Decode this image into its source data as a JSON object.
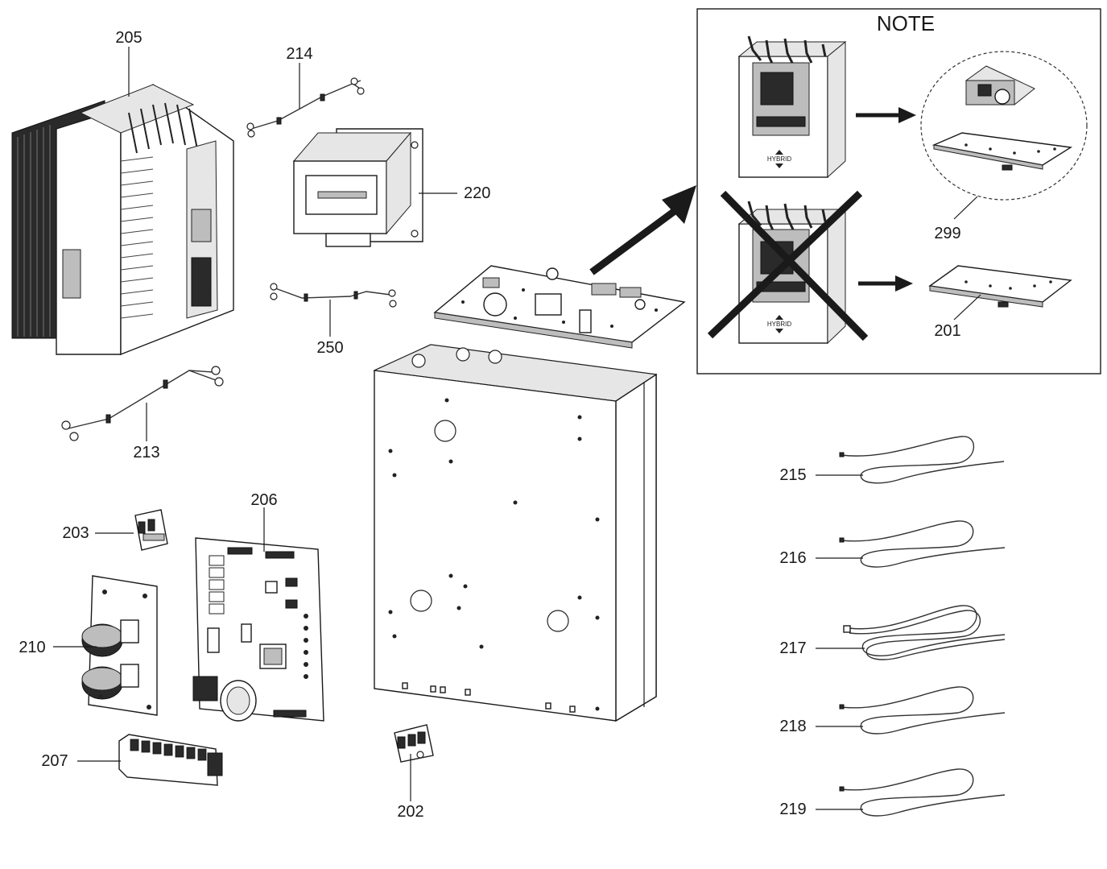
{
  "note": {
    "title": "NOTE",
    "hybrid_label": "HYBRID"
  },
  "labels": {
    "p205": "205",
    "p214": "214",
    "p220": "220",
    "p250": "250",
    "p213": "213",
    "p206": "206",
    "p203": "203",
    "p210": "210",
    "p207": "207",
    "p202": "202",
    "p299": "299",
    "p201": "201",
    "p215": "215",
    "p216": "216",
    "p217": "217",
    "p218": "218",
    "p219": "219"
  },
  "colors": {
    "ink": "#1a1a1a",
    "background": "#ffffff"
  }
}
